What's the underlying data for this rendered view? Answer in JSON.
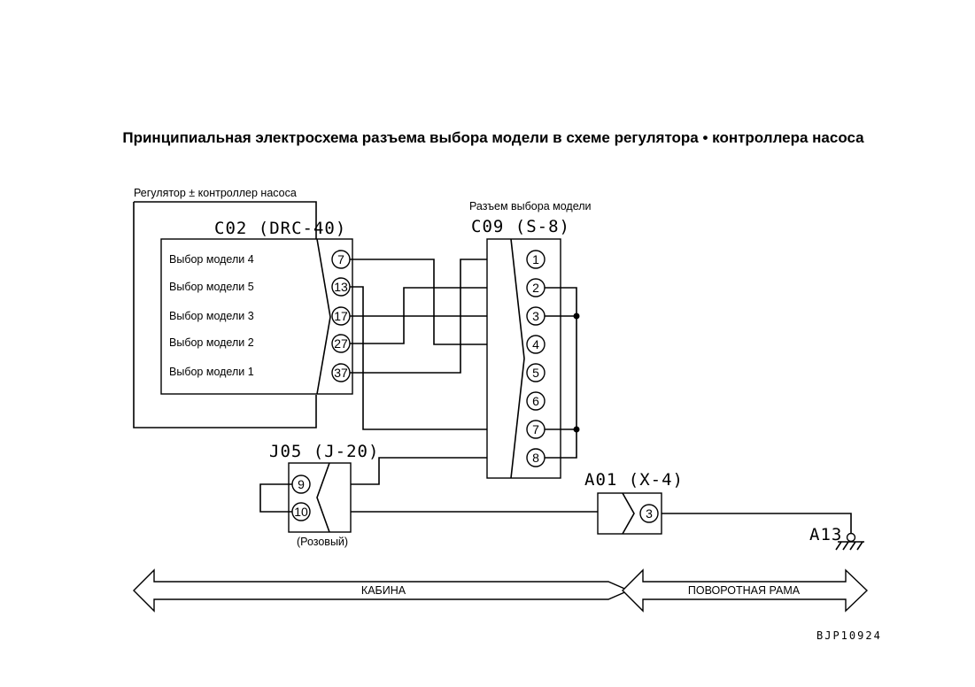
{
  "title": "Принципиальная электросхема разъема выбора модели в схеме регулятора • контроллера насоса",
  "controller_label": "Регулятор ± контроллер насоса",
  "c02": {
    "code": "C02 (DRC-40)",
    "signals": [
      {
        "label": "Выбор модели 4",
        "pin": "7"
      },
      {
        "label": "Выбор модели 5",
        "pin": "13"
      },
      {
        "label": "Выбор модели 3",
        "pin": "17"
      },
      {
        "label": "Выбор модели 2",
        "pin": "27"
      },
      {
        "label": "Выбор модели 1",
        "pin": "37"
      }
    ]
  },
  "c09": {
    "caption": "Разъем выбора модели",
    "code": "C09 (S-8)",
    "pins": [
      "1",
      "2",
      "3",
      "4",
      "5",
      "6",
      "7",
      "8"
    ]
  },
  "j05": {
    "code": "J05 (J-20)",
    "pins": [
      "9",
      "10"
    ],
    "color_note": "(Розовый)"
  },
  "a01": {
    "code": "A01 (X-4)",
    "pin": "3"
  },
  "ground": {
    "code": "A13"
  },
  "zones": {
    "left": "КАБИНА",
    "right": "ПОВОРОТНАЯ РАМА"
  },
  "drawing_code": "BJP10924"
}
